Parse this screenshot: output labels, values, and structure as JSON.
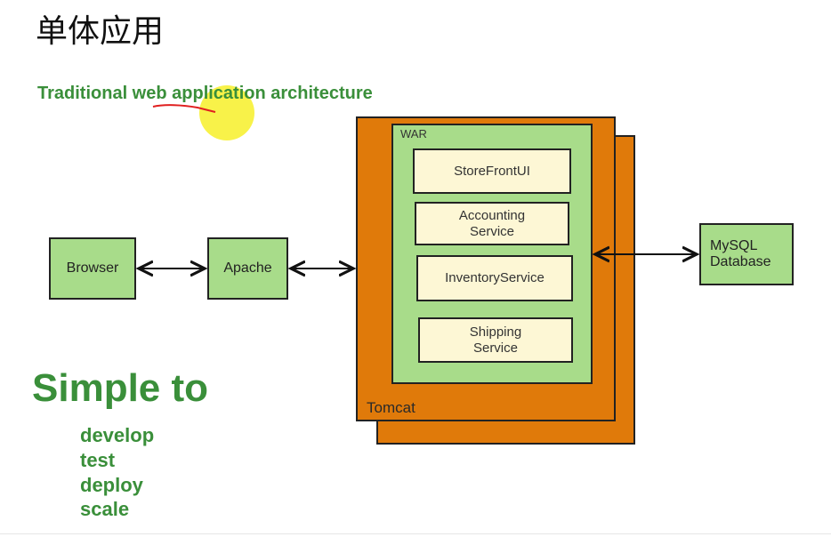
{
  "heading": "单体应用",
  "subtitle": "Traditional web application architecture",
  "diagram": {
    "browser": "Browser",
    "apache": "Apache",
    "war_label": "WAR",
    "tomcat_label": "Tomcat",
    "services": [
      "StoreFrontUI",
      "Accounting\nService",
      "InventoryService",
      "Shipping\nService"
    ],
    "database": "MySQL\nDatabase"
  },
  "simple_title": "Simple to",
  "simple_items": [
    "develop",
    "test",
    "deploy",
    "scale"
  ],
  "colors": {
    "green_text": "#3a8f3a",
    "box_green": "#a8dc8a",
    "tomcat_orange": "#e07a0a",
    "service_cream": "#fdf7d5",
    "highlight_yellow": "#f7f13a",
    "annotation_red": "#e02020"
  }
}
